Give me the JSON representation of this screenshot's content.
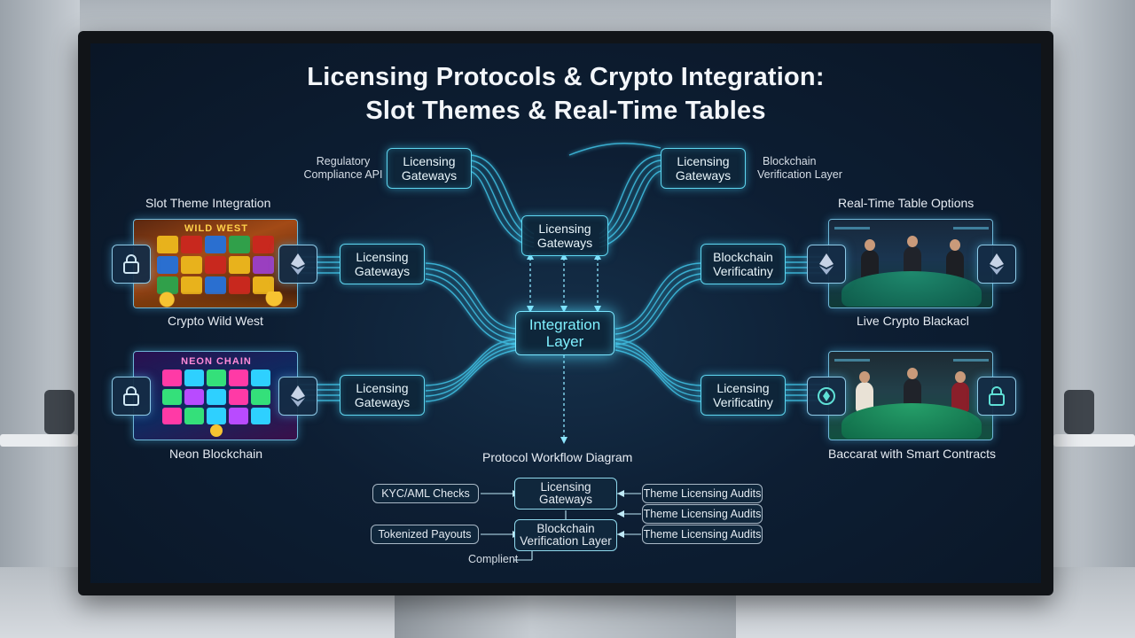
{
  "diagram": {
    "title_line1": "Licensing Protocols & Crypto Integration:",
    "title_line2": "Slot Themes & Real-Time Tables",
    "annotations": {
      "regulatory_line1": "Regulatory",
      "regulatory_line2": "Compliance API",
      "blockchain_line1": "Blockchain",
      "blockchain_line2": "Verification Layer"
    },
    "sections": {
      "slot": "Slot Theme Integration",
      "tables": "Real-Time Table Options",
      "workflow": "Protocol Workflow Diagram"
    },
    "nodes": {
      "top_left": [
        "Licensing",
        "Gateways"
      ],
      "top_right": [
        "Licensing",
        "Gateways"
      ],
      "center_top": [
        "Licensing",
        "Gateways"
      ],
      "core": [
        "Integration",
        "Layer"
      ],
      "left_upper": [
        "Licensing",
        "Gateways"
      ],
      "left_lower": [
        "Licensing",
        "Gateways"
      ],
      "right_upper": [
        "Blockchain",
        "Verificatiny"
      ],
      "right_lower": [
        "Licensing",
        "Verificatiny"
      ]
    },
    "panels": {
      "slot1_caption": "Crypto Wild West",
      "slot1_marquee": "WILD WEST",
      "slot2_caption": "Neon Blockchain",
      "slot2_marquee": "NEON CHAIN",
      "table1_caption": "Live Crypto Blackacl",
      "table2_caption": "Baccarat with Smart Contracts"
    },
    "workflow": {
      "kyc": "KYC/AML Checks",
      "payouts": "Tokenized Payouts",
      "compliance": "Complient",
      "gateway": [
        "Licensing",
        "Gateways"
      ],
      "verification": [
        "Blockchain",
        "Verification Layer"
      ],
      "audits": [
        "Theme Licensing Audits",
        "Theme Licensing Audits",
        "Theme Licensing Audits"
      ]
    },
    "icons": [
      "lock-icon",
      "ethereum-icon",
      "lock-icon",
      "ethereum-icon",
      "ethereum-icon",
      "ethereum-icon",
      "shield-icon",
      "lock-icon"
    ],
    "colors": {
      "accent": "#5fd6f0",
      "core_text": "#7ff0ff",
      "background": "#0d1e33"
    }
  }
}
